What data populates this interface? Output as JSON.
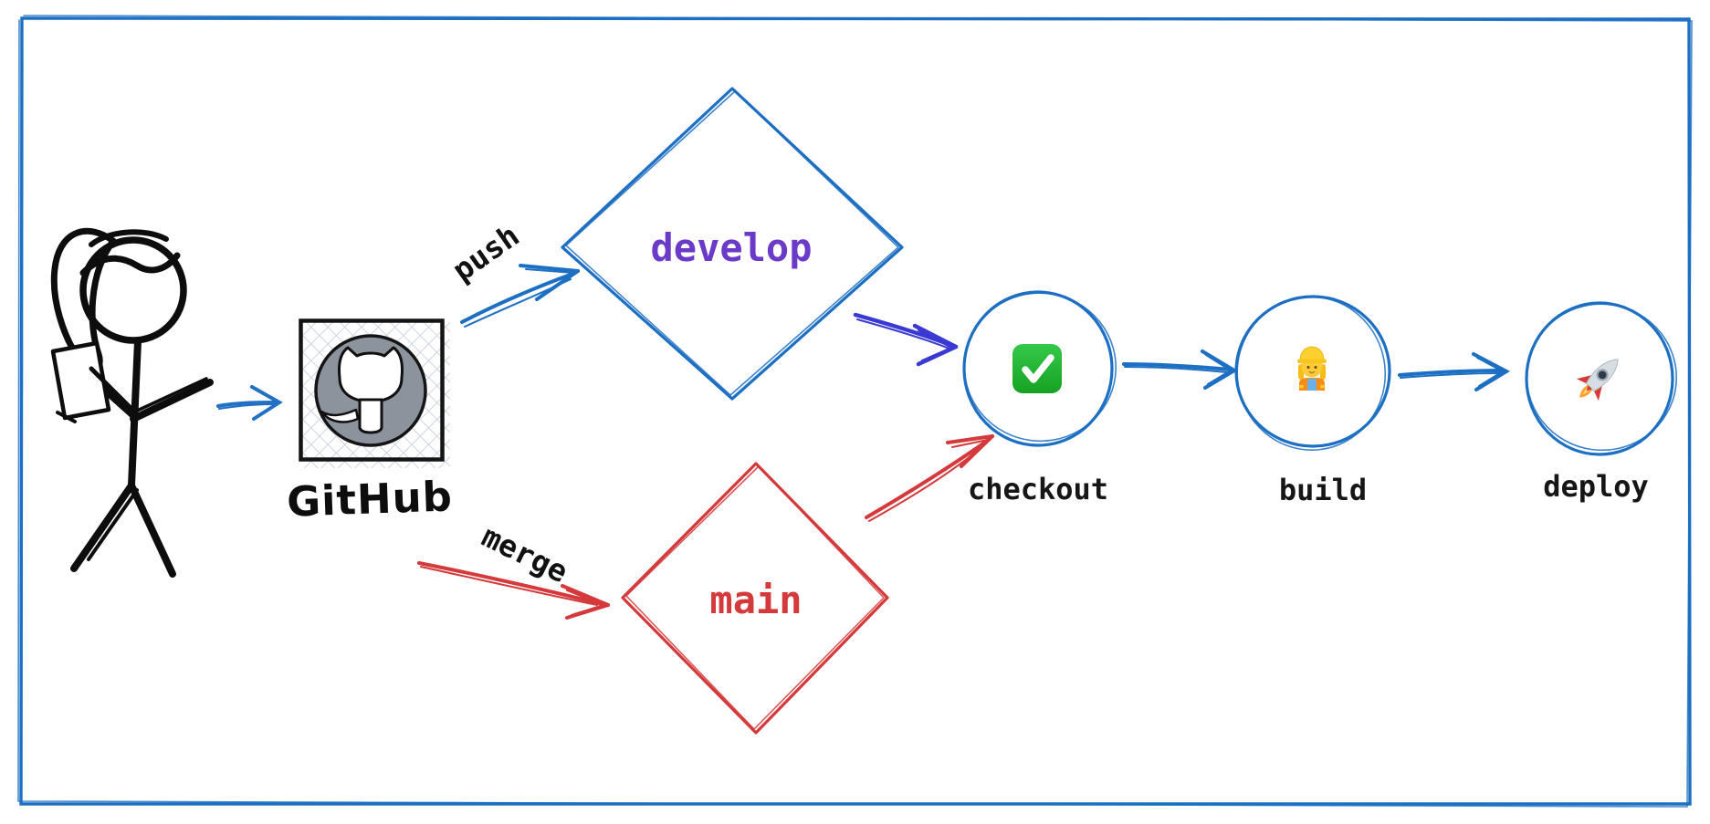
{
  "nodes": {
    "github": {
      "label": "GitHub"
    },
    "develop": {
      "label": "develop",
      "text_color": "#6b3ac8",
      "stroke_color": "#1c6fc2",
      "shape": "diamond"
    },
    "main": {
      "label": "main",
      "text_color": "#d4393b",
      "stroke_color": "#d4393b",
      "shape": "diamond"
    },
    "checkout": {
      "label": "checkout",
      "icon": "check-mark-button-emoji",
      "icon_char": "✅",
      "shape": "circle"
    },
    "build": {
      "label": "build",
      "icon": "woman-construction-worker-emoji",
      "icon_char": "👷‍♀️",
      "shape": "circle"
    },
    "deploy": {
      "label": "deploy",
      "icon": "rocket-emoji",
      "icon_char": "🚀",
      "shape": "circle"
    }
  },
  "edge_labels": {
    "push": "push",
    "merge": "merge"
  },
  "colors": {
    "frame_blue": "#1c6fc2",
    "sketch_blue": "#1c6fc2",
    "sketch_red": "#d4393b",
    "arrow_indigo": "#3a3ad2",
    "develop_text": "#6b3ac8",
    "main_text": "#d4393b",
    "label_black": "#161616",
    "github_gray": "#8b939d",
    "hatch_gray": "#c9d1dd",
    "check_green": "#21ad2e"
  }
}
